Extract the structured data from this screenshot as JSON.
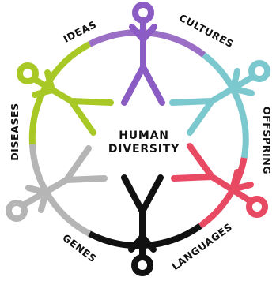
{
  "center": {
    "line1": "HUMAN",
    "line2": "DIVERSITY"
  },
  "segments": [
    {
      "id": "ideas",
      "label": "IDEAS",
      "color": "#9b6fc5"
    },
    {
      "id": "cultures",
      "label": "CULTURES",
      "color": "#9b6fc5"
    },
    {
      "id": "offspring",
      "label": "OFFSPRING",
      "color": "#7cc8cf"
    },
    {
      "id": "languages",
      "label": "LANGUAGES",
      "color": "#e84a63"
    },
    {
      "id": "genes",
      "label": "GENES",
      "color": "#111111"
    },
    {
      "id": "diseases",
      "label": "DISEASES",
      "color": "#b5b5b5"
    }
  ],
  "figures": [
    {
      "id": "top",
      "color": "#8a5cc4"
    },
    {
      "id": "upper-right",
      "color": "#7cc8cf"
    },
    {
      "id": "lower-right",
      "color": "#e84a63"
    },
    {
      "id": "bottom",
      "color": "#111111"
    },
    {
      "id": "lower-left",
      "color": "#b5b5b5"
    },
    {
      "id": "upper-left",
      "color": "#a8c826"
    }
  ]
}
